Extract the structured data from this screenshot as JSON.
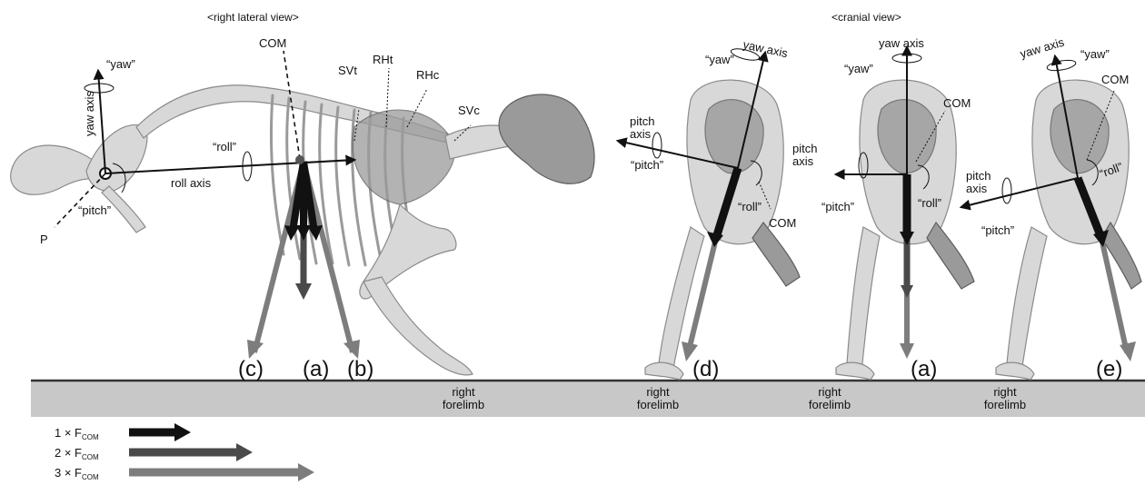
{
  "views": {
    "lateral_title": "<right lateral view>",
    "cranial_title": "<cranial view>"
  },
  "lateral": {
    "com": "COM",
    "yaw_quote": "“yaw”",
    "yaw_axis": "yaw axis",
    "roll_quote": "“roll”",
    "roll_axis": "roll axis",
    "pitch_quote": "“pitch”",
    "p_label": "P",
    "svt": "SVt",
    "rht": "RHt",
    "rhc": "RHc",
    "svc": "SVc",
    "force_c": "(c)",
    "force_a": "(a)",
    "force_b": "(b)"
  },
  "cranial_d": {
    "yaw_quote": "“yaw”",
    "yaw_axis": "yaw axis",
    "pitch_axis": "pitch\naxis",
    "pitch_quote": "“pitch”",
    "roll_quote": "“roll”",
    "com": "COM",
    "force": "(d)"
  },
  "cranial_a": {
    "yaw_axis": "yaw axis",
    "yaw_quote": "“yaw”",
    "com": "COM",
    "pitch_axis": "pitch\naxis",
    "pitch_quote": "“pitch”",
    "roll_quote": "“roll”",
    "force": "(a)"
  },
  "cranial_e": {
    "yaw_axis": "yaw axis",
    "yaw_quote": "“yaw”",
    "com": "COM",
    "pitch_axis": "pitch\naxis",
    "pitch_quote": "“pitch”",
    "roll_quote": "“roll”",
    "force": "(e)"
  },
  "ground": {
    "limb_labels": [
      "right\nforelimb",
      "right\nforelimb",
      "right\nforelimb",
      "right\nforelimb"
    ]
  },
  "legend": {
    "items": [
      {
        "prefix": "1 × F",
        "sub": "COM",
        "multiplier": 1,
        "color": "#111111"
      },
      {
        "prefix": "2 × F",
        "sub": "COM",
        "multiplier": 2,
        "color": "#4a4a4a"
      },
      {
        "prefix": "3 × F",
        "sub": "COM",
        "multiplier": 3,
        "color": "#7d7d7d"
      }
    ]
  },
  "colors": {
    "ground": "#c8c8c8",
    "ground_line": "#333333",
    "force_1x": "#111111",
    "force_2x": "#4a4a4a",
    "force_3x": "#7d7d7d"
  }
}
